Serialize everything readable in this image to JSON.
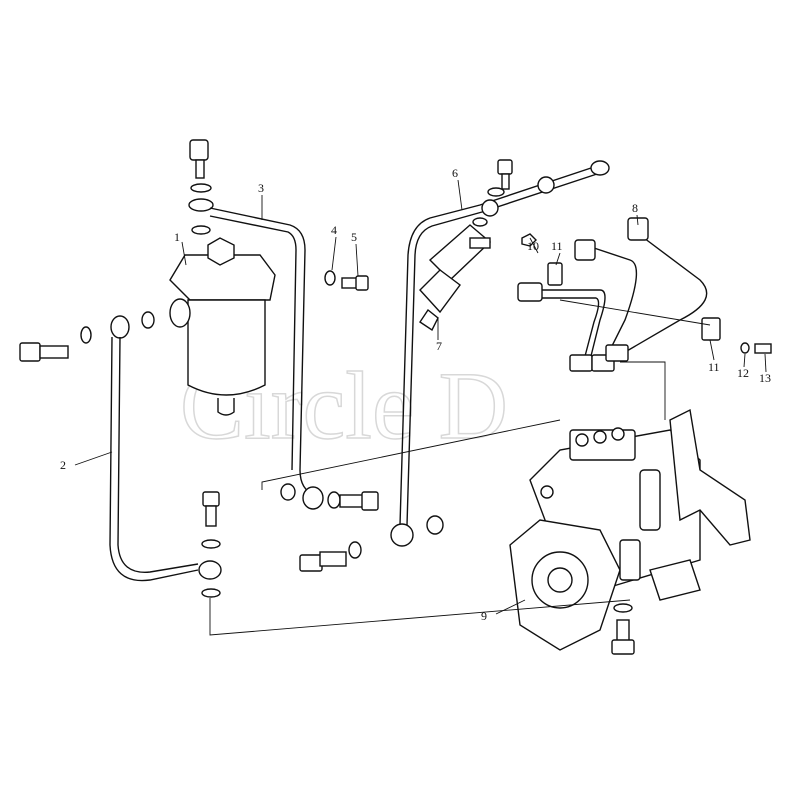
{
  "watermark": "Circle D",
  "callouts": [
    {
      "id": "callout-1",
      "text": "1"
    },
    {
      "id": "callout-2",
      "text": "2"
    },
    {
      "id": "callout-3",
      "text": "3"
    },
    {
      "id": "callout-4",
      "text": "4"
    },
    {
      "id": "callout-5",
      "text": "5"
    },
    {
      "id": "callout-6",
      "text": "6"
    },
    {
      "id": "callout-7",
      "text": "7"
    },
    {
      "id": "callout-8",
      "text": "8"
    },
    {
      "id": "callout-9",
      "text": "9"
    },
    {
      "id": "callout-10",
      "text": "10"
    },
    {
      "id": "callout-11a",
      "text": "11"
    },
    {
      "id": "callout-11b",
      "text": "11"
    },
    {
      "id": "callout-12",
      "text": "12"
    },
    {
      "id": "callout-13",
      "text": "13"
    }
  ]
}
